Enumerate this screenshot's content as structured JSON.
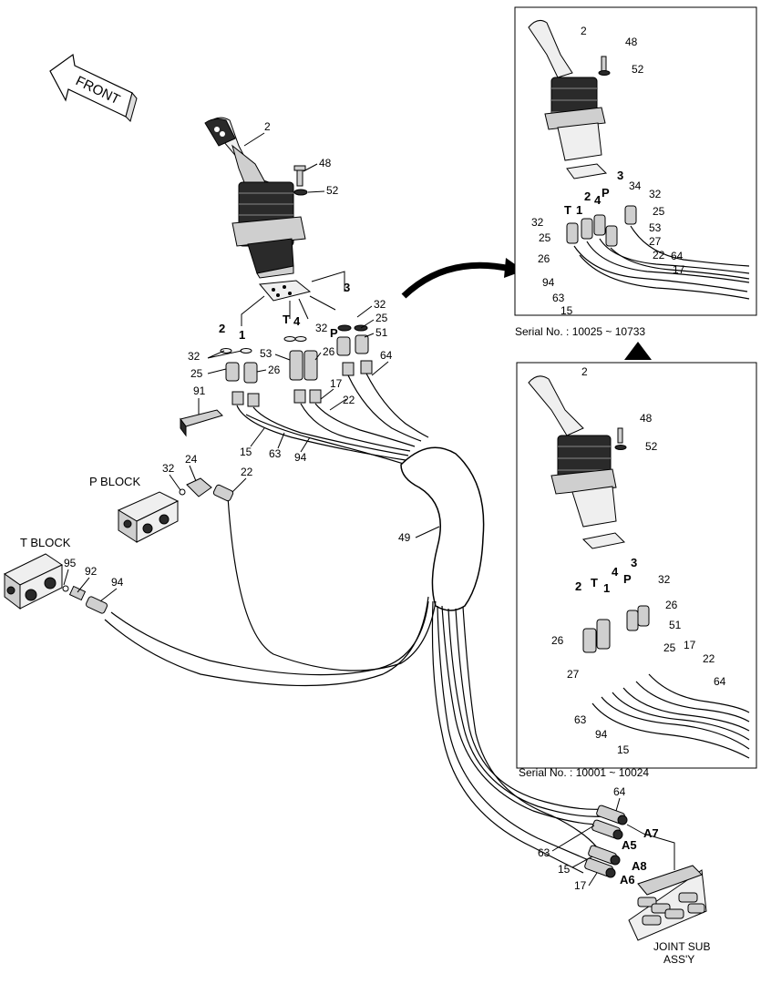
{
  "front_arrow": {
    "label": "FRONT"
  },
  "blocks": {
    "p_block": "P BLOCK",
    "t_block": "T BLOCK",
    "joint": [
      "JOINT SUB",
      "ASS'Y"
    ]
  },
  "inset_top": {
    "serial": "Serial No. : 10025 ~ 10733"
  },
  "inset_bottom": {
    "serial": "Serial No. : 10001 ~ 10024"
  },
  "main_labels": {
    "n2": "2",
    "n48": "48",
    "n52": "52",
    "n3": "3",
    "n32a": "32",
    "nP": "P",
    "n25a": "25",
    "n51": "51",
    "nT": "T",
    "n4": "4",
    "n32b": "32",
    "n2b": "2",
    "n1": "1",
    "n53": "53",
    "n26a": "26",
    "n32c": "32",
    "n25b": "25",
    "n26b": "26",
    "n64": "64",
    "n17": "17",
    "n22": "22",
    "n91": "91",
    "n15": "15",
    "n63": "63",
    "n94": "94",
    "n24": "24",
    "n22b": "22",
    "n32d": "32",
    "n49": "49",
    "n95": "95",
    "n92": "92",
    "n94b": "94",
    "n64b": "64",
    "nA7": "A7",
    "nA5": "A5",
    "n63b": "63",
    "nA8": "A8",
    "n15b": "15",
    "nA6": "A6",
    "n17b": "17"
  },
  "top_inset_labels": {
    "n2": "2",
    "n48": "48",
    "n52": "52",
    "n3": "3",
    "n34": "34",
    "n32a": "32",
    "nT": "T",
    "n1": "1",
    "n2b": "2",
    "n4": "4",
    "nP": "P",
    "n25a": "25",
    "n32b": "32",
    "n53": "53",
    "n25b": "25",
    "n27": "27",
    "n26": "26",
    "n22": "22",
    "n64": "64",
    "n17": "17",
    "n94": "94",
    "n63": "63",
    "n15": "15"
  },
  "bottom_inset_labels": {
    "n2": "2",
    "n48": "48",
    "n52": "52",
    "n3": "3",
    "n4": "4",
    "n2b": "2",
    "nT": "T",
    "n1": "1",
    "nP": "P",
    "n32": "32",
    "n26a": "26",
    "n51": "51",
    "n26b": "26",
    "n25": "25",
    "n17": "17",
    "n27": "27",
    "n22": "22",
    "n64": "64",
    "n63": "63",
    "n94": "94",
    "n15": "15"
  }
}
